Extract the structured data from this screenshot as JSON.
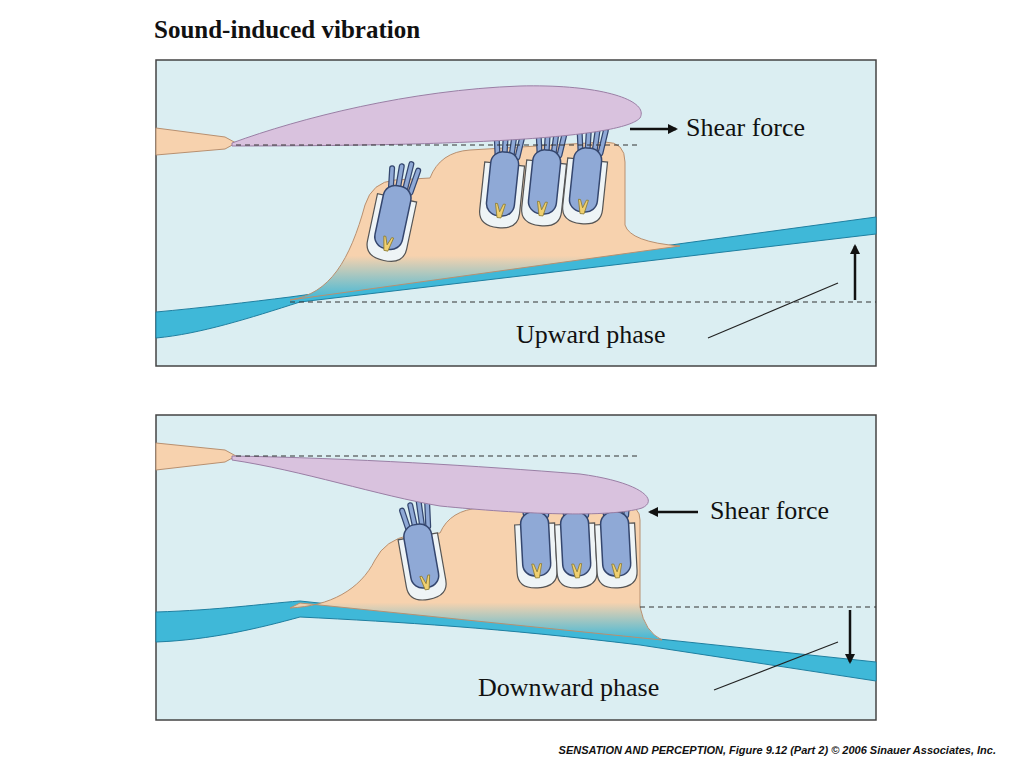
{
  "diagram": {
    "title": "Sound-induced vibration",
    "caption": "SENSATION AND PERCEPTION, Figure 9.12 (Part 2) © 2006 Sinauer Associates, Inc.",
    "labels": [
      "Shear force",
      "Upward phase",
      "Shear force",
      "Downward phase"
    ]
  }
}
